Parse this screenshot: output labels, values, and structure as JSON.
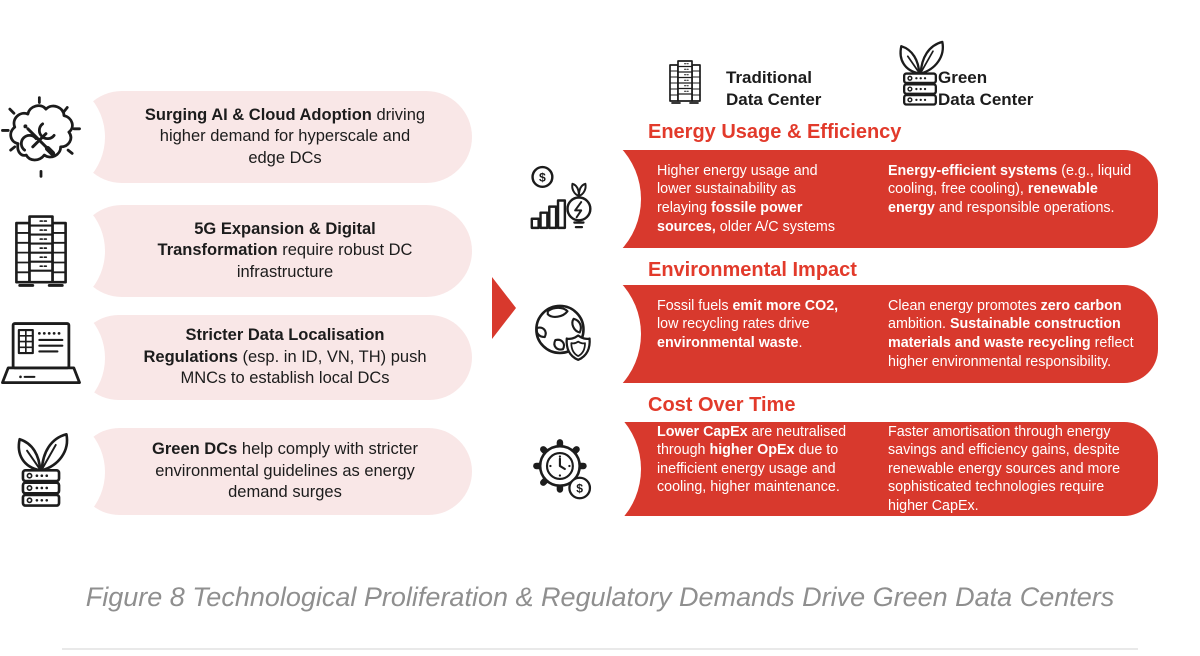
{
  "colors": {
    "accent": "#d8392d",
    "heading_red": "#e23a2b",
    "bubble_pink": "#f9e7e7",
    "ink": "#1c1c1c",
    "caption_gray": "#8f8f8f",
    "rule_gray": "#e9e9e9",
    "white": "#ffffff"
  },
  "legend": {
    "traditional": {
      "icon": "traditional-data-center-icon",
      "label": "Traditional\nData Center"
    },
    "green": {
      "icon": "green-data-center-icon",
      "label": "Green\nData Center"
    }
  },
  "drivers": [
    {
      "icon": "ai-brain-tools-icon",
      "segments": [
        {
          "t": "Surging AI & Cloud Adoption",
          "b": true
        },
        {
          "t": " driving\nhigher demand for hyperscale and\nedge DCs",
          "b": false
        }
      ]
    },
    {
      "icon": "server-racks-icon",
      "segments": [
        {
          "t": "5G Expansion & Digital\nTransformation",
          "b": true
        },
        {
          "t": " require robust DC\ninfrastructure",
          "b": false
        }
      ]
    },
    {
      "icon": "laptop-data-icon",
      "segments": [
        {
          "t": "Stricter Data Localisation\nRegulations",
          "b": true
        },
        {
          "t": " (esp. in ID, VN, TH) push\nMNCs to establish local DCs",
          "b": false
        }
      ]
    },
    {
      "icon": "green-server-leaf-icon",
      "segments": [
        {
          "t": "Green DCs",
          "b": true
        },
        {
          "t": " help comply with stricter\nenvironmental guidelines as energy\ndemand surges",
          "b": false
        }
      ]
    }
  ],
  "comparisons": [
    {
      "heading": "Energy Usage & Efficiency",
      "icon": "money-growth-bulb-icon",
      "traditional": {
        "segments": [
          {
            "t": "Higher energy usage and\nlower sustainability as\nrelaying ",
            "b": false
          },
          {
            "t": "fossile power\nsources,",
            "b": true
          },
          {
            "t": " older A/C systems",
            "b": false
          }
        ]
      },
      "green": {
        "segments": [
          {
            "t": "Energy-efficient systems",
            "b": true
          },
          {
            "t": " (e.g., liquid\ncooling, free cooling), ",
            "b": false
          },
          {
            "t": "renewable\nenergy",
            "b": true
          },
          {
            "t": " and responsible operations.",
            "b": false
          }
        ]
      }
    },
    {
      "heading": "Environmental Impact",
      "icon": "globe-shield-icon",
      "traditional": {
        "segments": [
          {
            "t": "Fossil fuels ",
            "b": false
          },
          {
            "t": "emit more CO2,",
            "b": true
          },
          {
            "t": "\nlow recycling rates drive\n",
            "b": false
          },
          {
            "t": "environmental waste",
            "b": true
          },
          {
            "t": ".",
            "b": false
          }
        ]
      },
      "green": {
        "segments": [
          {
            "t": "Clean energy promotes ",
            "b": false
          },
          {
            "t": "zero carbon",
            "b": true
          },
          {
            "t": "\nambition. ",
            "b": false
          },
          {
            "t": "Sustainable construction\nmaterials and waste recycling",
            "b": true
          },
          {
            "t": " reflect\nhigher environmental responsibility.",
            "b": false
          }
        ]
      }
    },
    {
      "heading": "Cost Over Time",
      "icon": "gear-clock-dollar-icon",
      "traditional": {
        "segments": [
          {
            "t": "Lower CapEx",
            "b": true
          },
          {
            "t": " are neutralised\nthrough ",
            "b": false
          },
          {
            "t": "higher OpEx",
            "b": true
          },
          {
            "t": " due to\ninefficient energy usage and\ncooling, higher maintenance.",
            "b": false
          }
        ]
      },
      "green": {
        "segments": [
          {
            "t": "Faster amortisation through energy\nsavings and efficiency gains, despite\nrenewable energy sources and more\nsophisticated technologies require\nhigher CapEx.",
            "b": false
          }
        ]
      }
    }
  ],
  "caption": "Figure 8 Technological Proliferation & Regulatory Demands Drive Green Data Centers"
}
